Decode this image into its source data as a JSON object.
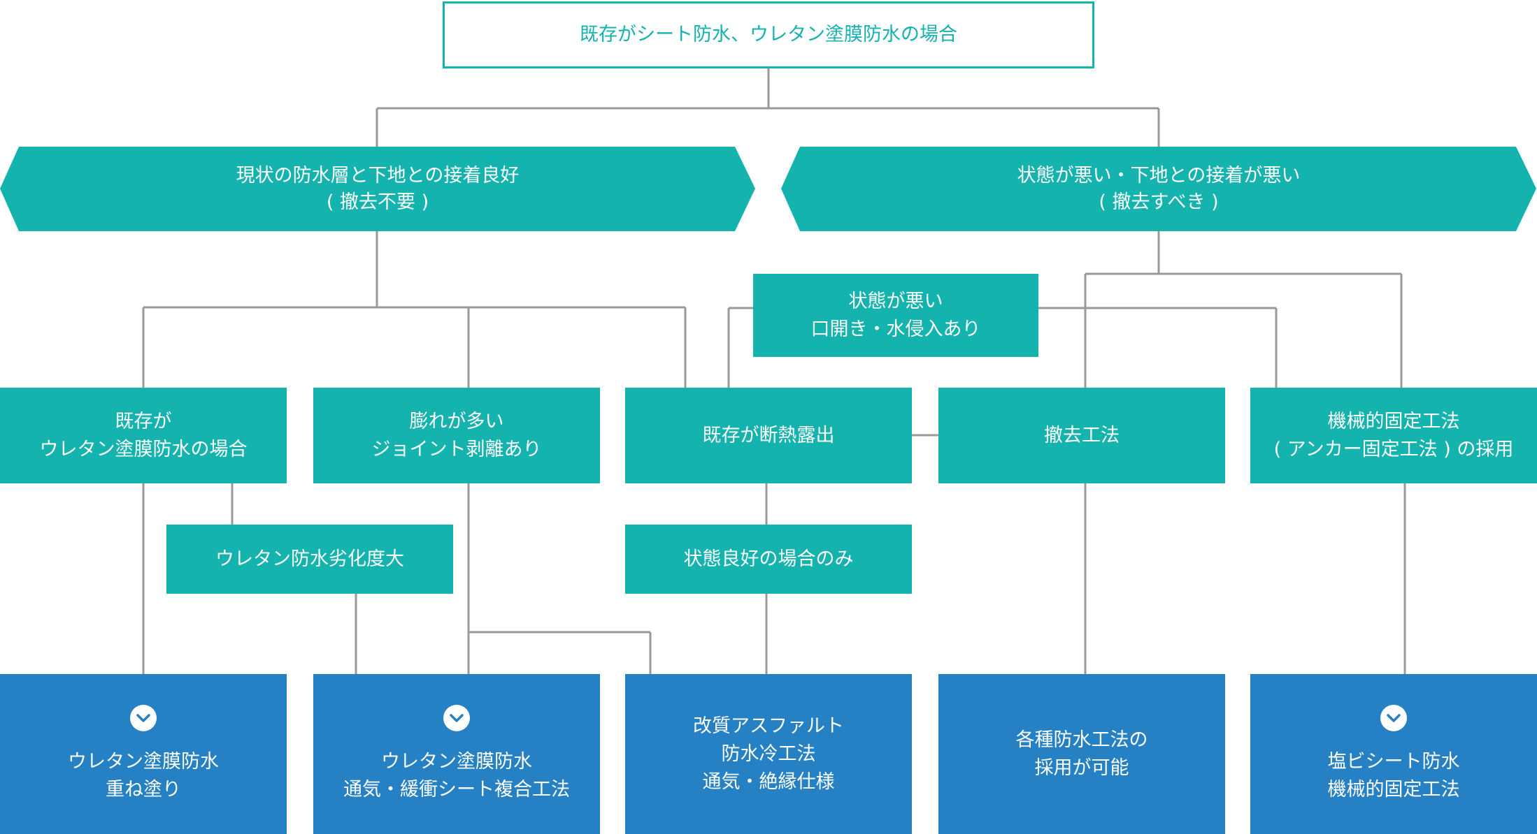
{
  "top": {
    "label": "既存がシート防水、ウレタン塗膜防水の場合"
  },
  "branch_left": {
    "line1": "現状の防水層と下地との接着良好",
    "line2": "( 撤去不要 )"
  },
  "branch_right": {
    "line1": "状態が悪い・下地との接着が悪い",
    "line2": "( 撤去すべき )"
  },
  "mid_state": {
    "line1": "状態が悪い",
    "line2": "口開き・水侵入あり"
  },
  "cond": {
    "existing_urethane": {
      "line1": "既存が",
      "line2": "ウレタン塗膜防水の場合"
    },
    "blister": {
      "line1": "膨れが多い",
      "line2": "ジョイント剥離あり"
    },
    "insulation": {
      "line1": "既存が断熱露出"
    },
    "removal": {
      "line1": "撤去工法"
    },
    "mechanical": {
      "line1": "機械的固定工法",
      "line2": "( アンカー固定工法 ) の採用"
    }
  },
  "sub": {
    "degradation": {
      "label": "ウレタン防水劣化度大"
    },
    "good_only": {
      "label": "状態良好の場合のみ"
    }
  },
  "result": {
    "r1": {
      "line1": "ウレタン塗膜防水",
      "line2": "重ね塗り"
    },
    "r2": {
      "line1": "ウレタン塗膜防水",
      "line2": "通気・緩衝シート複合工法"
    },
    "r3": {
      "line1": "改質アスファルト",
      "line2": "防水冷工法",
      "line3": "通気・絶縁仕様"
    },
    "r4": {
      "line1": "各種防水工法の",
      "line2": "採用が可能"
    },
    "r5": {
      "line1": "塩ビシート防水",
      "line2": "機械的固定工法"
    }
  },
  "colors": {
    "teal": "#14b3ad",
    "blue": "#2580c4",
    "line": "#999999"
  },
  "icons": {
    "chevron": "chevron-down-icon"
  }
}
